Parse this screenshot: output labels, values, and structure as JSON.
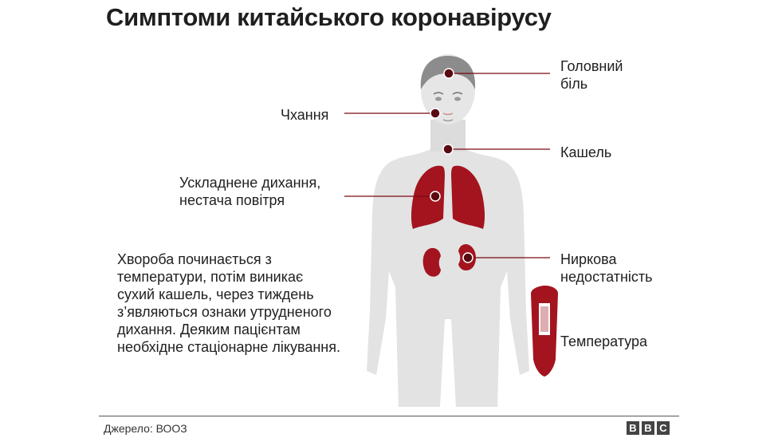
{
  "title": "Симптоми китайського коронавірусу",
  "symptoms": {
    "headache": [
      "Головний",
      "біль"
    ],
    "sneezing": "Чхання",
    "cough": "Кашель",
    "breathing": [
      "Ускладнене дихання,",
      "нестача повітря"
    ],
    "kidney": [
      "Ниркова",
      "недостатність"
    ],
    "temperature": "Температура"
  },
  "description": "Хвороба починається з\nтемператури, потім виникає\nсухий кашель, через тиждень\nз’являються ознаки утрудненого\nдихання. Деяким пацієнтам\nнеобхідне стаціонарне лікування.",
  "source": "Джерело: ВООЗ",
  "logo": [
    "B",
    "B",
    "C"
  ],
  "colors": {
    "accent": "#7a0a12",
    "organ": "#a3141f",
    "body": "#e3e3e3"
  }
}
